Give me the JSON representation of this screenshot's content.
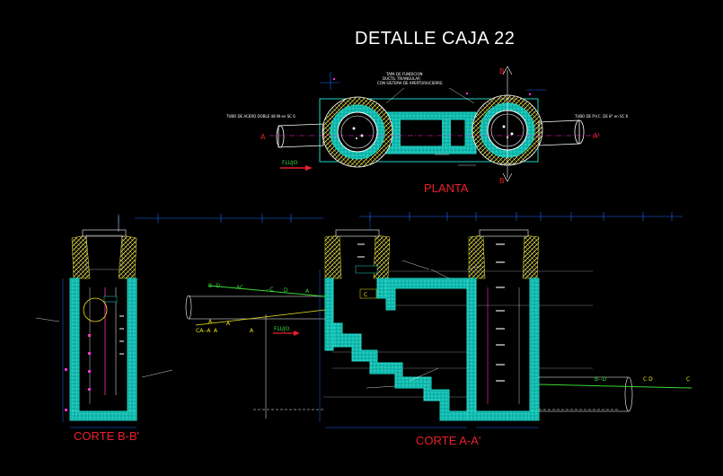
{
  "title": "DETALLE CAJA  22",
  "views": {
    "plan": "PLANTA",
    "section_b": "CORTE B-B'",
    "section_a": "CORTE A-A'"
  },
  "plan_notes": {
    "lid_1": "TAPA DE FUNDICION",
    "lid_2": "DUCTIL TRIANGULAR",
    "lid_3": "CON SISTEMA DE APERTURA/CIERRE",
    "pipe_in": "TUBO DE ACERO DOBLE 48 IN en SC 6",
    "pipe_out": "TUBO DE P.V.C. DE 8\" en SC 6",
    "flow": "FLUJO"
  },
  "section_marks": {
    "a_left": "A",
    "a_right": "A'",
    "b_top": "B",
    "b_bottom": "B'"
  },
  "profile_labels": {
    "flow": "FLUJO",
    "g1": "B--D",
    "g2": "AC",
    "g3": "--C",
    "g4": "D",
    "g5": "A",
    "y1": "A",
    "y2": "A",
    "y3": "CA--A",
    "y4": "A",
    "y5": "A",
    "c_box": "C",
    "r1": "B--D",
    "r2": "C D",
    "r3": "C"
  },
  "colors": {
    "background": "#000000",
    "concrete": "#1fd3c4",
    "rebar": "#ff2fd0",
    "dimension": "#1b6bff",
    "pipe": "#ffffff",
    "grade_line": "#39d835",
    "water_line": "#f2e51b",
    "red_label": "#e8202a"
  }
}
